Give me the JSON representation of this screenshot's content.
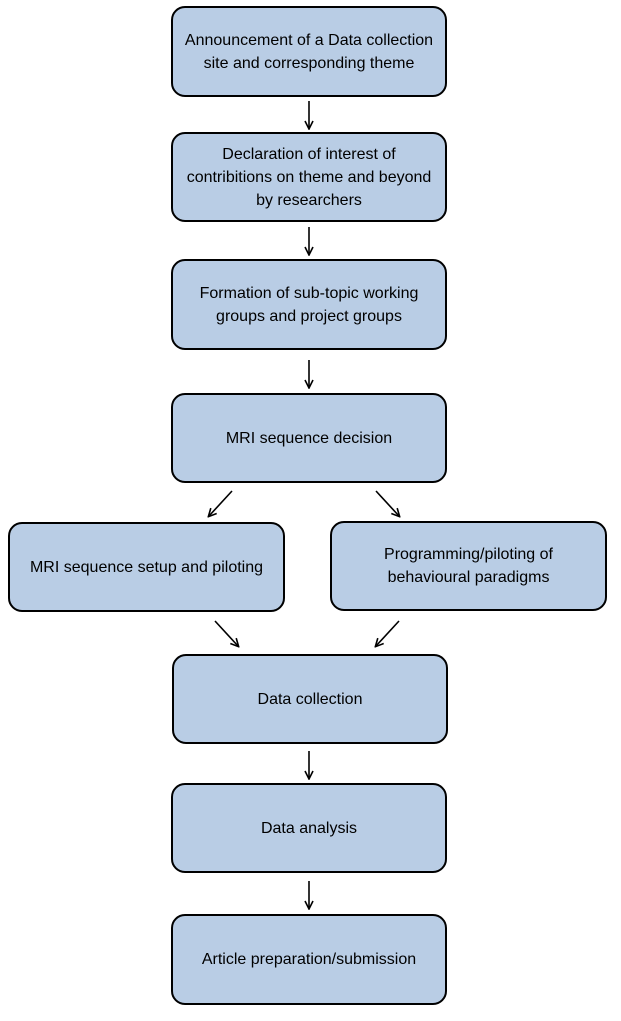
{
  "nodes": {
    "announcement": "Announcement of a Data collection site and corresponding theme",
    "declaration": "Declaration of interest of contribitions on theme and beyond by researchers",
    "formation": "Formation of sub-topic working groups and project groups",
    "mri_decision": "MRI sequence decision",
    "mri_setup": "MRI sequence setup and piloting",
    "programming": "Programming/piloting of behavioural paradigms",
    "data_collection": "Data collection",
    "data_analysis": "Data analysis",
    "article": "Article preparation/submission"
  },
  "colors": {
    "box_fill": "#b9cde5",
    "box_border": "#000000",
    "arrow": "#000000"
  }
}
